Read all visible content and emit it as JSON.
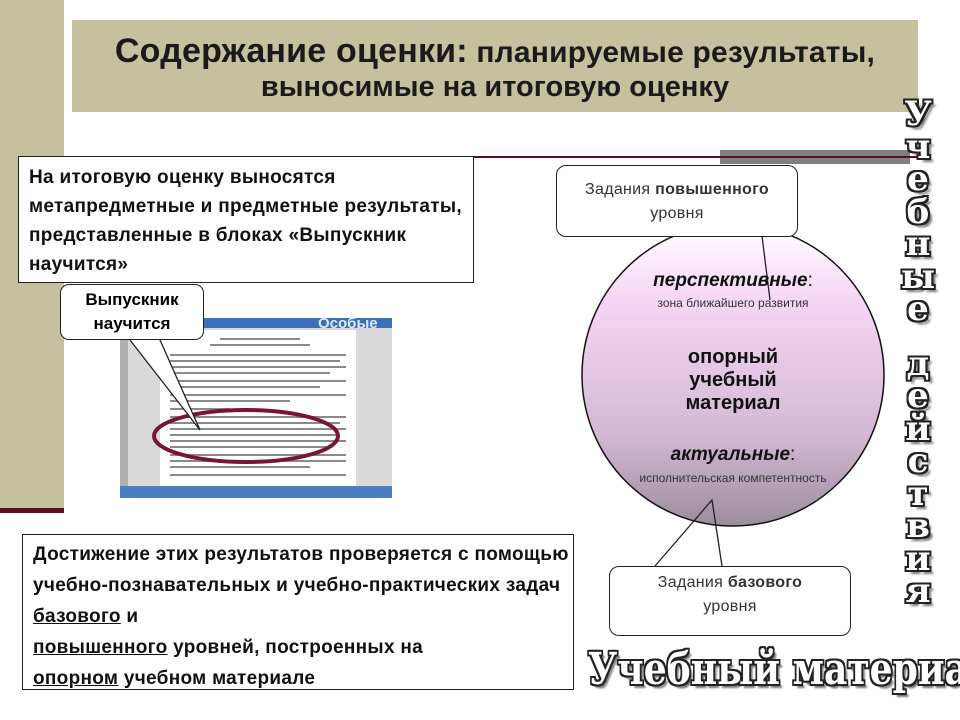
{
  "title": {
    "line1_part1": "Содержание оценки:",
    "line1_part2": " планируемые результаты,",
    "line2": "выносимые на итоговую оценку"
  },
  "box_top": {
    "text": "На итоговую оценку выносятся метапредметные и предметные результаты, представленные в блоках «Выпускник научится»"
  },
  "bubble": {
    "text": "Выпускник научится"
  },
  "doc_thumbnail": {
    "overlay_text": "Особые"
  },
  "box_bottom": {
    "part1": "Достижение этих результатов проверяется с помощью учебно-познавательных и учебно-практических задач ",
    "underline1": "базового",
    "part2": " и ",
    "underline2": "повышенного",
    "part3": " уровней, построенных на ",
    "underline3": "опорном",
    "part4": " учебном материале"
  },
  "task_high": {
    "prefix": "Задания ",
    "bold": "повышенного",
    "suffix": "уровня"
  },
  "task_base": {
    "prefix": "Задания ",
    "bold": "базового",
    "suffix": "уровня"
  },
  "circle": {
    "perspective_label": "перспективные",
    "perspective_colon": ":",
    "perspective_sub": "зона ближайшего развития",
    "core_line1": "опорный",
    "core_line2": "учебный",
    "core_line3": "материал",
    "actual_label": "актуальные",
    "actual_colon": ":",
    "actual_sub": "исполнительская компетентность"
  },
  "vertical_word": {
    "letters": [
      "У",
      "ч",
      "е",
      "б",
      "н",
      "ы",
      "е",
      " ",
      "д",
      "е",
      "й",
      "с",
      "т",
      "в",
      "и",
      "я"
    ]
  },
  "bottom_word": {
    "text": "Учебный материал"
  },
  "colors": {
    "title_bg": "#c5c19e",
    "accent_dark": "#5c0e22",
    "oval_stroke": "#7a1436",
    "circle_gradient_top": "#f6d6f6",
    "circle_gradient_bottom": "#9b8e9b"
  }
}
